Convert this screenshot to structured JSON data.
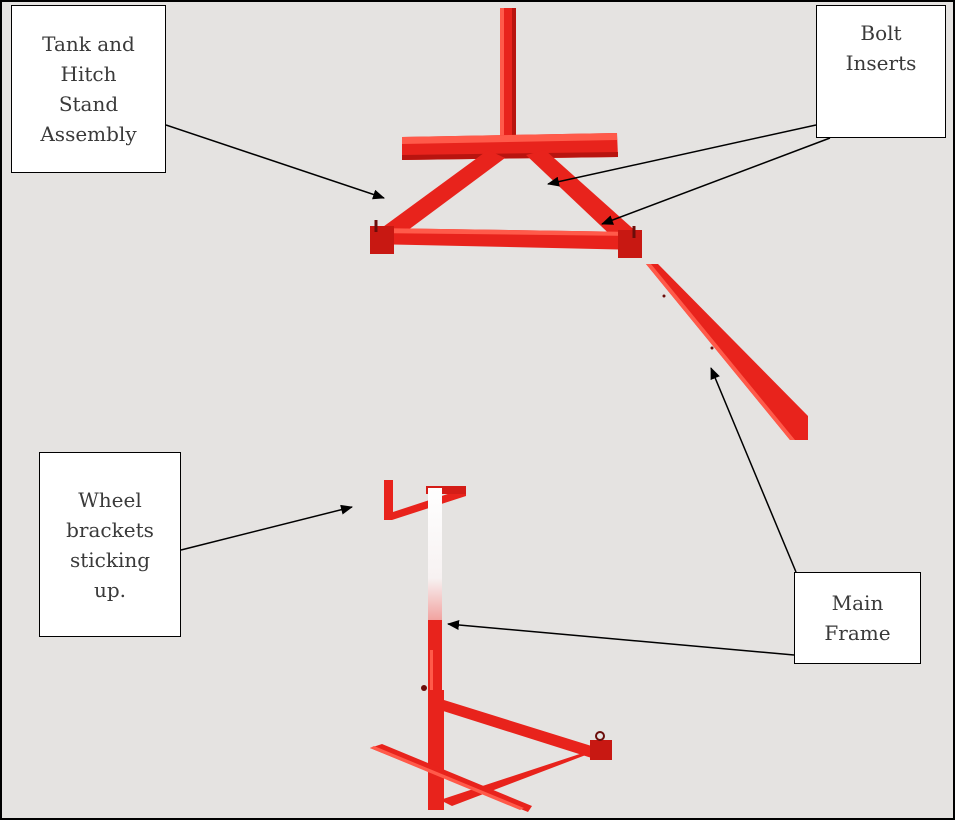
{
  "labels": {
    "tank_hitch": "Tank and\nHitch\nStand\nAssembly",
    "bolt_inserts": "Bolt\nInserts",
    "wheel_brackets": "Wheel\nbrackets\nsticking\nup.",
    "main_frame": "Main\nFrame"
  },
  "colors": {
    "background": "#e5e3e1",
    "frame_red": "#e8231c",
    "frame_red_dark": "#b8140f",
    "frame_red_light": "#ff5a4a",
    "arrow": "#000000"
  }
}
